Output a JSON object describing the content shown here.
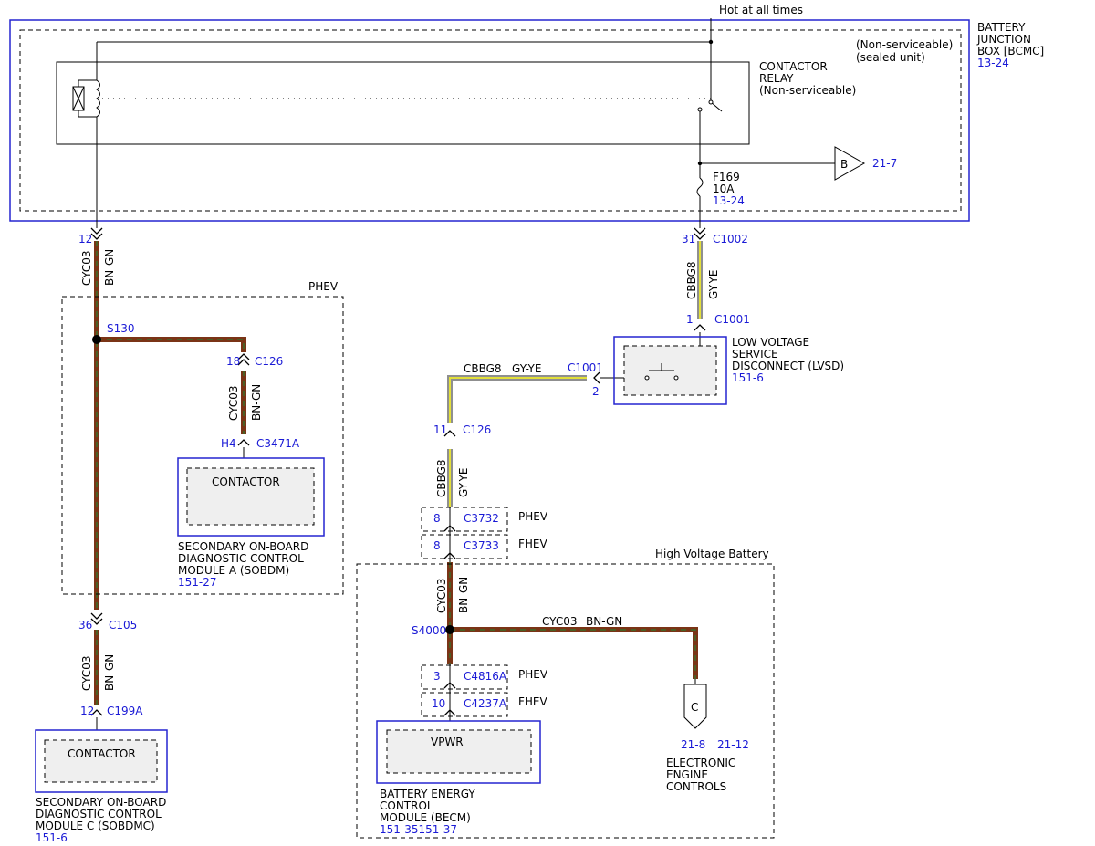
{
  "header": {
    "hot_at_all_times": "Hot at all times"
  },
  "bjb": {
    "name_line1": "BATTERY",
    "name_line2": "JUNCTION",
    "name_line3": "BOX [BCMC]",
    "ref": "13-24",
    "note_line1": "(Non-serviceable)",
    "note_line2": "(sealed unit)",
    "relay_line1": "CONTACTOR",
    "relay_line2": "RELAY",
    "relay_line3": "(Non-serviceable)",
    "fuse_name": "F169",
    "fuse_rating": "10A",
    "fuse_ref": "13-24",
    "offpage_b_letter": "B",
    "offpage_b_ref": "21-7"
  },
  "left_branch": {
    "pin_top": "12",
    "wire_top_code": "CYC03",
    "wire_top_color": "BN-GN",
    "phev_label": "PHEV",
    "splice": "S130",
    "c126_pin": "18",
    "c126_name": "C126",
    "sobdm_wire_code": "CYC03",
    "sobdm_wire_color": "BN-GN",
    "sobdm_pin": "H4",
    "sobdm_conn": "C3471A",
    "sobdm_inner": "CONTACTOR",
    "sobdm_line1": "SECONDARY ON-BOARD",
    "sobdm_line2": "DIAGNOSTIC CONTROL",
    "sobdm_line3": "MODULE A (SOBDM)",
    "sobdm_ref": "151-27",
    "c105_pin": "36",
    "c105_name": "C105",
    "lower_wire_code": "CYC03",
    "lower_wire_color": "BN-GN",
    "c199a_pin": "12",
    "c199a_name": "C199A",
    "sobdmc_inner": "CONTACTOR",
    "sobdmc_line1": "SECONDARY ON-BOARD",
    "sobdmc_line2": "DIAGNOSTIC CONTROL",
    "sobdmc_line3": "MODULE C (SOBDMC)",
    "sobdmc_ref": "151-6"
  },
  "right_branch": {
    "c1002_pin": "31",
    "c1002_name": "C1002",
    "wire1_code": "CBBG8",
    "wire1_color": "GY-YE",
    "c1001_pin": "1",
    "c1001_name": "C1001",
    "lvsd_line1": "LOW VOLTAGE",
    "lvsd_line2": "SERVICE",
    "lvsd_line3": "DISCONNECT (LVSD)",
    "lvsd_ref": "151-6",
    "c1001b_name": "C1001",
    "c1001b_pin": "2",
    "horiz_wire_code": "CBBG8",
    "horiz_wire_color": "GY-YE",
    "c126_pin": "11",
    "c126_name": "C126",
    "wire2_code": "CBBG8",
    "wire2_color": "GY-YE",
    "c3732_pin": "8",
    "c3732_name": "C3732",
    "c3732_variant": "PHEV",
    "c3733_pin": "8",
    "c3733_name": "C3733",
    "c3733_variant": "FHEV",
    "hvb_label": "High Voltage Battery",
    "hvb_wire_code": "CYC03",
    "hvb_wire_color": "BN-GN",
    "splice": "S4000",
    "horiz2_code": "CYC03",
    "horiz2_color": "BN-GN",
    "c4816a_pin": "3",
    "c4816a_name": "C4816A",
    "c4816a_variant": "PHEV",
    "c4237a_pin": "10",
    "c4237a_name": "C4237A",
    "c4237a_variant": "FHEV",
    "becm_inner": "VPWR",
    "becm_line1": "BATTERY ENERGY",
    "becm_line2": "CONTROL",
    "becm_line3": "MODULE (BECM)",
    "becm_ref": "151-35151-37",
    "offpage_c_letter": "C",
    "offpage_c_ref1": "21-8",
    "offpage_c_ref2": "21-12",
    "eec_line1": "ELECTRONIC",
    "eec_line2": "ENGINE",
    "eec_line3": "CONTROLS"
  },
  "colors": {
    "wire_brown": "#7a3416",
    "wire_brown_stripe": "#2f7a2f",
    "wire_grey": "#8f8f8f",
    "wire_yellow_stripe": "#e2df3a",
    "blue_ref": "#1a1ad6"
  }
}
